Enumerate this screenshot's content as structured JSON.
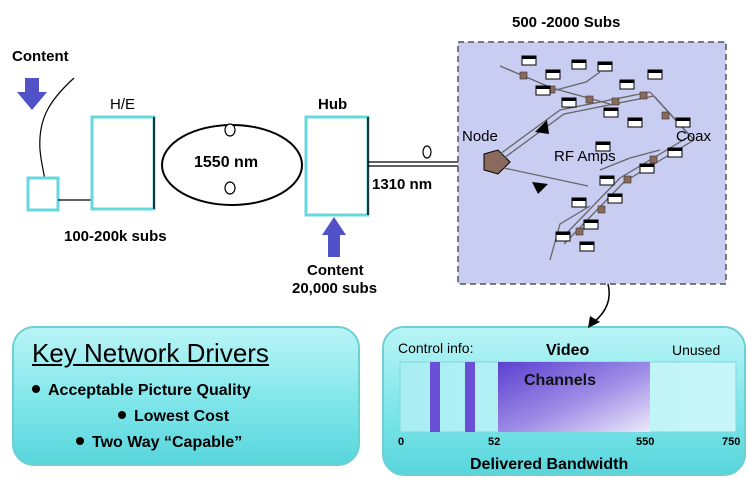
{
  "top_left": {
    "content_label": "Content",
    "he_label": "H/E",
    "he_subs": "100-200k subs"
  },
  "fiber": {
    "ring_label": "1550 nm",
    "link_label": "1310 nm"
  },
  "hub": {
    "label": "Hub",
    "content_label": "Content",
    "subs_label": "20,000 subs"
  },
  "node_area": {
    "subs_label": "500 -2000 Subs",
    "node_label": "Node",
    "rf_amps_label": "RF Amps",
    "coax_label": "Coax"
  },
  "drivers": {
    "title": "Key Network Drivers",
    "items": [
      "Acceptable Picture Quality",
      "Lowest Cost",
      "Two Way “Capable”"
    ]
  },
  "bandwidth": {
    "control_label": "Control info:",
    "video_label": "Video",
    "channels_label": "Channels",
    "unused_label": "Unused",
    "ticks": [
      "0",
      "52",
      "550",
      "750"
    ],
    "axis_label": "Delivered Bandwidth"
  },
  "colors": {
    "arrow_blue": "#5252c8",
    "cyan_outline": "#66d9dd",
    "node_panel": "#c9cdf2",
    "band_purple": "#6a4fd6"
  }
}
